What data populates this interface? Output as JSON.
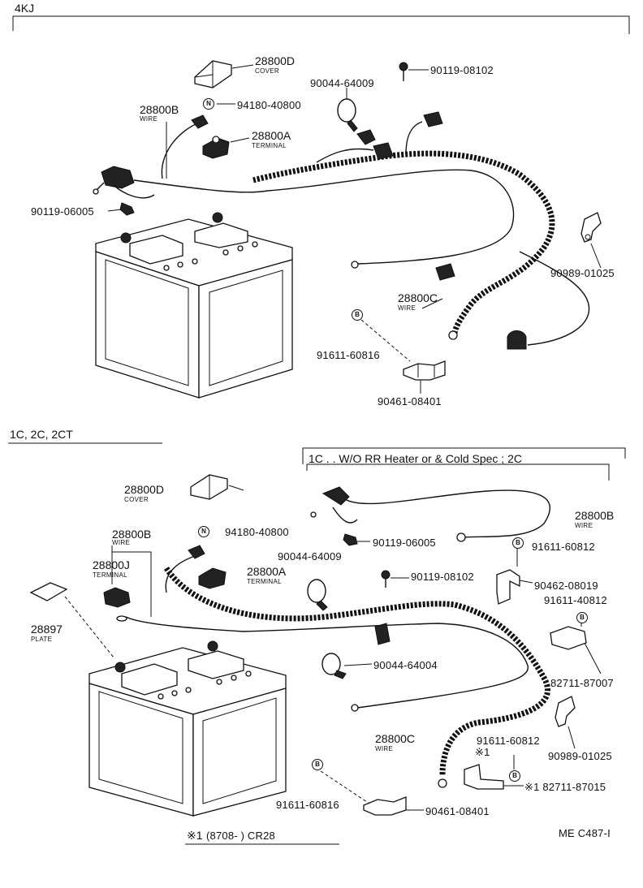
{
  "top": {
    "section_label": "4KJ",
    "cover_pn": "28800D",
    "cover_sub": "COVER",
    "bolt_pn": "90119-08102",
    "clamp_pn": "90044-64009",
    "nut_marker": "N",
    "nut_pn": "94180-40800",
    "wire_b_pn": "28800B",
    "wire_b_sub": "WIRE",
    "terminal_a_pn": "28800A",
    "terminal_a_sub": "TERMINAL",
    "bolt2_pn": "90119-06005",
    "lug_pn": "90989-01025",
    "wire_c_pn": "28800C",
    "wire_c_sub": "WIRE",
    "bolt_marker": "B",
    "bolt3_pn": "91611-60816",
    "clamp2_pn": "90461-08401"
  },
  "bottom": {
    "section_label": "1C, 2C, 2CT",
    "variant_label": "1C . . W/O RR Heater or & Cold Spec ; 2C",
    "cover_pn": "28800D",
    "cover_sub": "COVER",
    "wire_b_right_pn": "28800B",
    "wire_sub": "WIRE",
    "nut_marker": "N",
    "nut_pn": "94180-40800",
    "bolt_pn": "90119-06005",
    "wire_b_left_pn": "28800B",
    "wire_b_left_sub": "WIRE",
    "bolt_marker": "B",
    "bolt_a_pn": "91611-60812",
    "terminal_j_pn": "28800J",
    "terminal_j_sub": "TERMINAL",
    "clamp_pn": "90044-64009",
    "terminal_a_pn": "28800A",
    "terminal_a_sub": "TERMINAL",
    "bolt2_pn": "90119-08102",
    "bracket_pn": "90462-08019",
    "bolt3_pn": "91611-40812",
    "plate_pn": "28897",
    "plate_sub": "PLATE",
    "clamp2_pn": "90044-64004",
    "bracket2_pn": "82711-87007",
    "wire_c_pn": "28800C",
    "wire_c_sub": "WIRE",
    "bolt4_pn": "91611-60812",
    "star_note": "※1",
    "lug_pn": "90989-01025",
    "bolt5_pn": "91611-60816",
    "bracket3_pn": "※1 82711-87015",
    "clamp3_pn": "90461-08401",
    "footnote_mark": "※1",
    "footnote": "(8708-        ) CR28",
    "catalog_code": "ME C487-I"
  }
}
